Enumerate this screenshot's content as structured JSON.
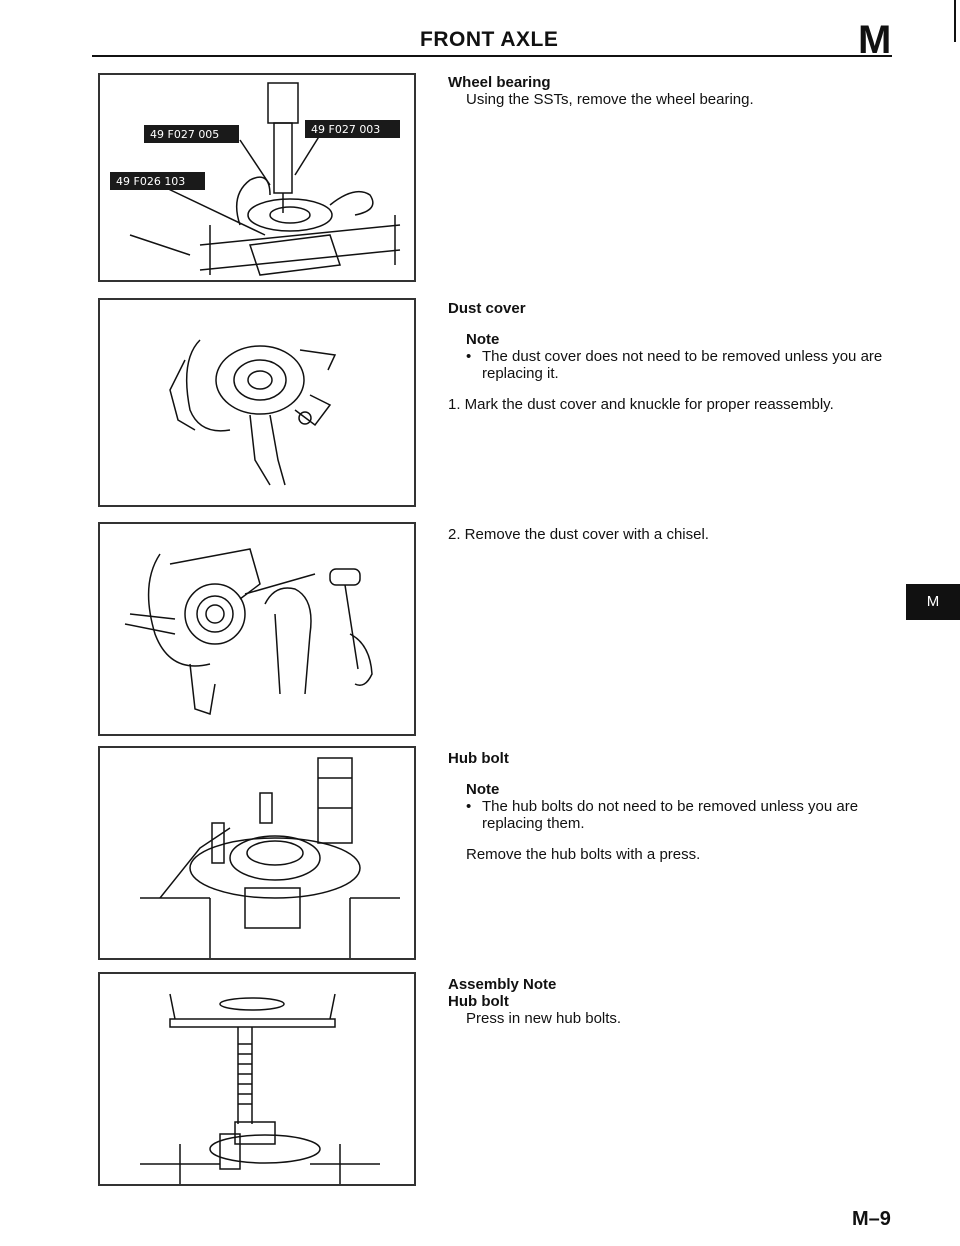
{
  "header": {
    "title": "FRONT AXLE",
    "section_letter": "M"
  },
  "side_tab": {
    "label": "M"
  },
  "page_number": "M–9",
  "figures": {
    "fig1": {
      "tags": [
        "49 F027 005",
        "49 F027 003",
        "49 F026 103"
      ]
    }
  },
  "sections": {
    "wheel_bearing": {
      "heading": "Wheel bearing",
      "body": "Using the SSTs, remove the wheel bearing."
    },
    "dust_cover": {
      "heading": "Dust cover",
      "note_label": "Note",
      "note_bullet": "•",
      "note_text": "The dust cover does not need to be removed unless you are replacing it.",
      "step1": "1. Mark the dust cover and knuckle for proper reassembly.",
      "step2": "2. Remove the dust cover with a chisel."
    },
    "hub_bolt": {
      "heading": "Hub bolt",
      "note_label": "Note",
      "note_bullet": "•",
      "note_text": "The hub bolts do not need to be removed unless you are replacing them.",
      "body": "Remove the hub bolts with a press."
    },
    "assembly": {
      "heading": "Assembly Note",
      "subheading": "Hub bolt",
      "body": "Press in new hub bolts."
    }
  }
}
